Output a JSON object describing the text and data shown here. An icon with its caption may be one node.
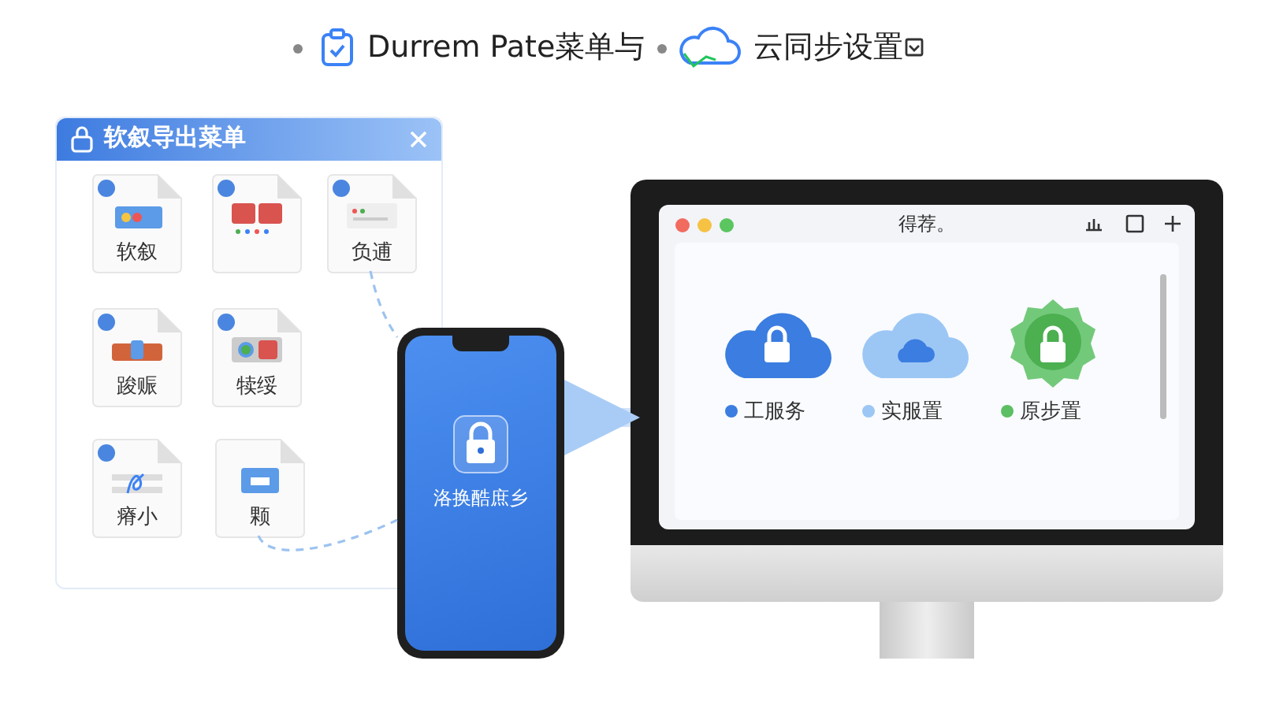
{
  "diagram": {
    "title": "Durrem Pate菜单与",
    "nodes": [
      {
        "text": [
          "软叙导出菜单"
        ]
      },
      {
        "text": [
          "软叙"
        ],
        "in": 0
      },
      {
        "text": [],
        "shape": "box",
        "in": 0
      },
      {
        "text": [
          "负逋"
        ],
        "in": 0
      },
      {
        "text": [
          "踆赈"
        ],
        "in": 0
      },
      {
        "text": [
          "犊绥"
        ],
        "in": 0
      },
      {
        "text": [
          "瘠小"
        ],
        "in": 0
      },
      {
        "text": [
          "颗"
        ],
        "in": 0
      },
      {
        "text": [
          "洛换酷庶乡"
        ]
      },
      {
        "text": [
          "得荐。"
        ]
      },
      {
        "text": [
          "工服务"
        ],
        "in": 9
      },
      {
        "text": [
          "实服置"
        ],
        "in": 9
      },
      {
        "text": [
          "原步置"
        ],
        "in": 9
      }
    ],
    "edges": [
      {
        "from": 3,
        "to": 8,
        "arrow": "none",
        "style": "dashed"
      },
      {
        "from": 7,
        "to": 8,
        "arrow": "none",
        "style": "dashed"
      },
      {
        "from": 8,
        "to": 9,
        "arrow": "to",
        "style": "thick"
      }
    ],
    "labels": [
      "云同步设置"
    ]
  }
}
